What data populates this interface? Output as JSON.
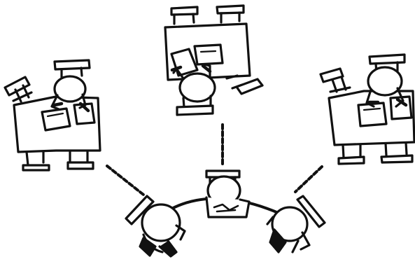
{
  "illustration": {
    "subject": "",
    "ink_color": "#111111",
    "paper_color": "#ffffff"
  },
  "groups": [
    {
      "id": "left",
      "seats": 4,
      "people": 1
    },
    {
      "id": "center",
      "seats": 4,
      "people": 1
    },
    {
      "id": "right",
      "seats": 4,
      "people": 1
    }
  ],
  "foreground": {
    "people": 3,
    "connection": "arc"
  },
  "links": 3
}
